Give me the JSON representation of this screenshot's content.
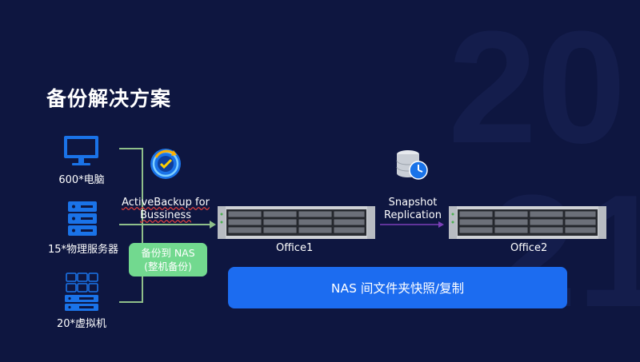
{
  "title": "备份解决方案",
  "background_text": [
    "20",
    "21"
  ],
  "sources": [
    {
      "label": "600*电脑",
      "icon": "monitor-icon"
    },
    {
      "label": "15*物理服务器",
      "icon": "server-stack-icon"
    },
    {
      "label": "20*虚拟机",
      "icon": "virtual-machine-icon"
    }
  ],
  "backup_app": {
    "label_line1": "ActiveBackup for",
    "label_line2": "Bussiness",
    "icon": "active-backup-icon"
  },
  "nas_box": {
    "line1": "备份到 NAS",
    "line2": "(整机备份)"
  },
  "snapshot": {
    "label_line1": "Snapshot",
    "label_line2": "Replication",
    "icon": "database-clock-icon"
  },
  "offices": [
    {
      "label": "Office1",
      "icon": "rack-nas-icon"
    },
    {
      "label": "Office2",
      "icon": "rack-nas-icon"
    }
  ],
  "bottom_bar": {
    "label": "NAS 间文件夹快照/复制"
  },
  "colors": {
    "background": "#0e1640",
    "connector": "#8fbf8a",
    "nas_box": "#72d98f",
    "bottom_bar": "#1c6cf0",
    "replication_arrow": "#7b3fb8",
    "icon_blue": "#1a73e8"
  }
}
